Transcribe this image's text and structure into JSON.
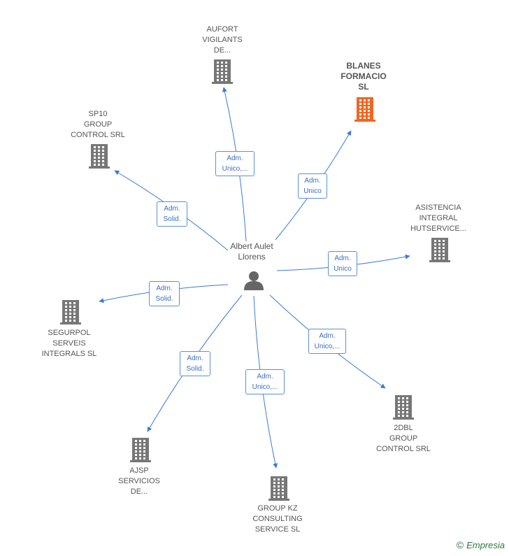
{
  "person": {
    "name": "Albert Aulet\nLlorens",
    "icon": "person-icon"
  },
  "companies": [
    {
      "id": "aufort",
      "name": "AUFORT\nVIGILANTS\nDE...",
      "icon": "building-icon",
      "color": "#777777",
      "role": "Adm.\nUnico,..."
    },
    {
      "id": "blanes",
      "name": "BLANES\nFORMACIO\nSL",
      "icon": "building-icon",
      "color": "#f26522",
      "role": "Adm.\nUnico"
    },
    {
      "id": "sp10",
      "name": "SP10\nGROUP\nCONTROL SRL",
      "icon": "building-icon",
      "color": "#777777",
      "role": "Adm.\nSolid."
    },
    {
      "id": "asistencia",
      "name": "ASISTENCIA\nINTEGRAL\nHUTSERVICE...",
      "icon": "building-icon",
      "color": "#777777",
      "role": "Adm.\nUnico"
    },
    {
      "id": "segurpol",
      "name": "SEGURPOL\nSERVEIS\nINTEGRALS  SL",
      "icon": "building-icon",
      "color": "#777777",
      "role": "Adm.\nSolid."
    },
    {
      "id": "2dbl",
      "name": "2DBL\nGROUP\nCONTROL SRL",
      "icon": "building-icon",
      "color": "#777777",
      "role": "Adm.\nUnico,..."
    },
    {
      "id": "ajsp",
      "name": "AJSP\nSERVICIOS\nDE...",
      "icon": "building-icon",
      "color": "#777777",
      "role": "Adm.\nSolid."
    },
    {
      "id": "groupkz",
      "name": "GROUP KZ\nCONSULTING\nSERVICE  SL",
      "icon": "building-icon",
      "color": "#777777",
      "role": "Adm.\nUnico,..."
    }
  ],
  "colors": {
    "edge": "#3a7bd5",
    "icon_default": "#777777",
    "icon_highlight": "#f26522"
  },
  "footer": {
    "copyright": "©",
    "brand": "Empresia"
  }
}
